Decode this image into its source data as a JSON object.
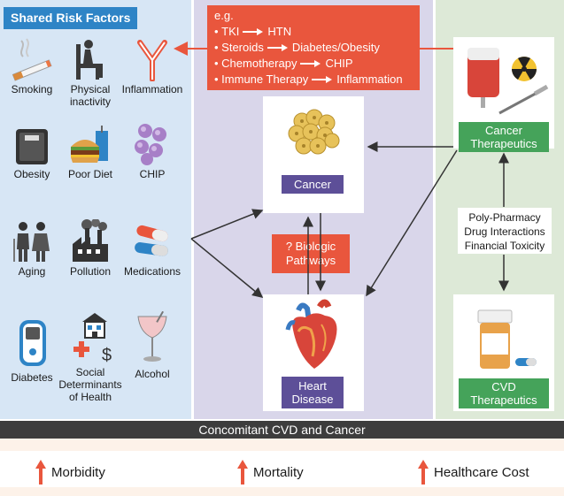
{
  "risk_factors": {
    "title": "Shared Risk Factors",
    "items": [
      {
        "label": "Smoking",
        "icon": "cigarette-icon"
      },
      {
        "label": "Physical inactivity",
        "icon": "sitting-person-icon"
      },
      {
        "label": "Inflammation",
        "icon": "antibody-icon"
      },
      {
        "label": "Obesity",
        "icon": "scale-icon"
      },
      {
        "label": "Poor Diet",
        "icon": "fast-food-icon"
      },
      {
        "label": "CHIP",
        "icon": "cells-icon"
      },
      {
        "label": "Aging",
        "icon": "elderly-couple-icon"
      },
      {
        "label": "Pollution",
        "icon": "factory-icon"
      },
      {
        "label": "Medications",
        "icon": "pills-icon"
      },
      {
        "label": "Diabetes",
        "icon": "glucose-meter-icon"
      },
      {
        "label": "Social Determinants of Health",
        "icon": "house-cross-dollar-icon"
      },
      {
        "label": "Alcohol",
        "icon": "cocktail-icon"
      }
    ]
  },
  "examples": {
    "heading": "e.g.",
    "rows": [
      {
        "from": "TKI",
        "to": "HTN"
      },
      {
        "from": "Steroids",
        "to": "Diabetes/Obesity"
      },
      {
        "from": "Chemotherapy",
        "to": "CHIP"
      },
      {
        "from": "Immune Therapy",
        "to": "Inflammation"
      }
    ]
  },
  "center": {
    "cancer_label": "Cancer",
    "heart_label_line1": "Heart",
    "heart_label_line2": "Disease",
    "bio_line1": "? Biologic",
    "bio_line2": "Pathways"
  },
  "right": {
    "therapy_line1": "Cancer",
    "therapy_line2": "Therapeutics",
    "poly_line1": "Poly-Pharmacy",
    "poly_line2": "Drug Interactions",
    "poly_line3": "Financial Toxicity",
    "cvd_line1": "CVD",
    "cvd_line2": "Therapeutics"
  },
  "bottom": {
    "banner": "Concomitant CVD and Cancer",
    "outcomes": [
      "Morbidity",
      "Mortality",
      "Healthcare Cost"
    ]
  },
  "colors": {
    "left_bg": "#d7e6f5",
    "mid_bg": "#d9d6ea",
    "right_bg": "#dde9d7",
    "accent_red": "#e9563d",
    "purple": "#5d4f98",
    "green": "#45a35a",
    "blue": "#2e84c6"
  }
}
